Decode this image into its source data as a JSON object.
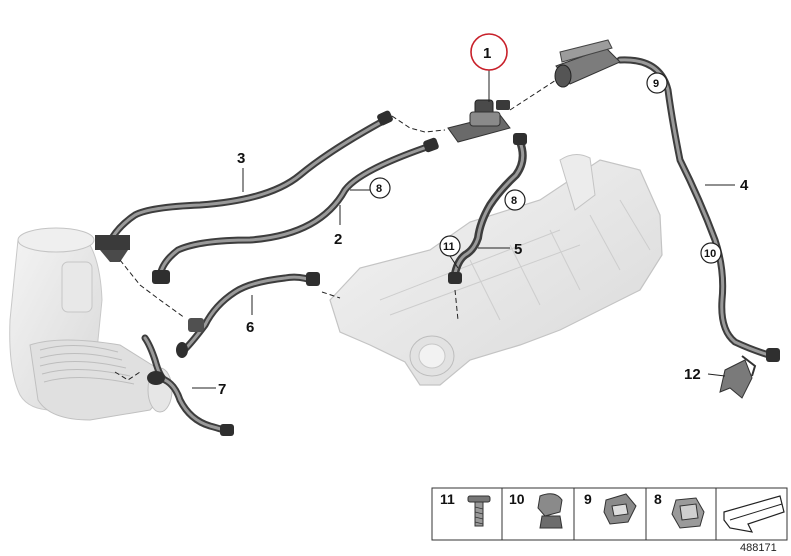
{
  "diagram": {
    "document_number": "488171",
    "highlight_color": "#c8202a",
    "callouts": [
      {
        "id": "c1",
        "label": "1",
        "highlighted": true
      },
      {
        "id": "c2",
        "label": "2"
      },
      {
        "id": "c3",
        "label": "3"
      },
      {
        "id": "c4",
        "label": "4"
      },
      {
        "id": "c5",
        "label": "5"
      },
      {
        "id": "c6",
        "label": "6"
      },
      {
        "id": "c7",
        "label": "7"
      },
      {
        "id": "c12",
        "label": "12"
      }
    ],
    "circled_refs": [
      {
        "id": "r9",
        "label": "9"
      },
      {
        "id": "r8a",
        "label": "8"
      },
      {
        "id": "r8b",
        "label": "8"
      },
      {
        "id": "r11",
        "label": "11"
      },
      {
        "id": "r10",
        "label": "10"
      }
    ],
    "legend": [
      {
        "label": "11",
        "icon": "screw-icon"
      },
      {
        "label": "10",
        "icon": "clip-icon"
      },
      {
        "label": "9",
        "icon": "clamp-icon"
      },
      {
        "label": "8",
        "icon": "bracket-clip-icon"
      },
      {
        "label": "",
        "icon": "arrow-icon"
      }
    ]
  }
}
